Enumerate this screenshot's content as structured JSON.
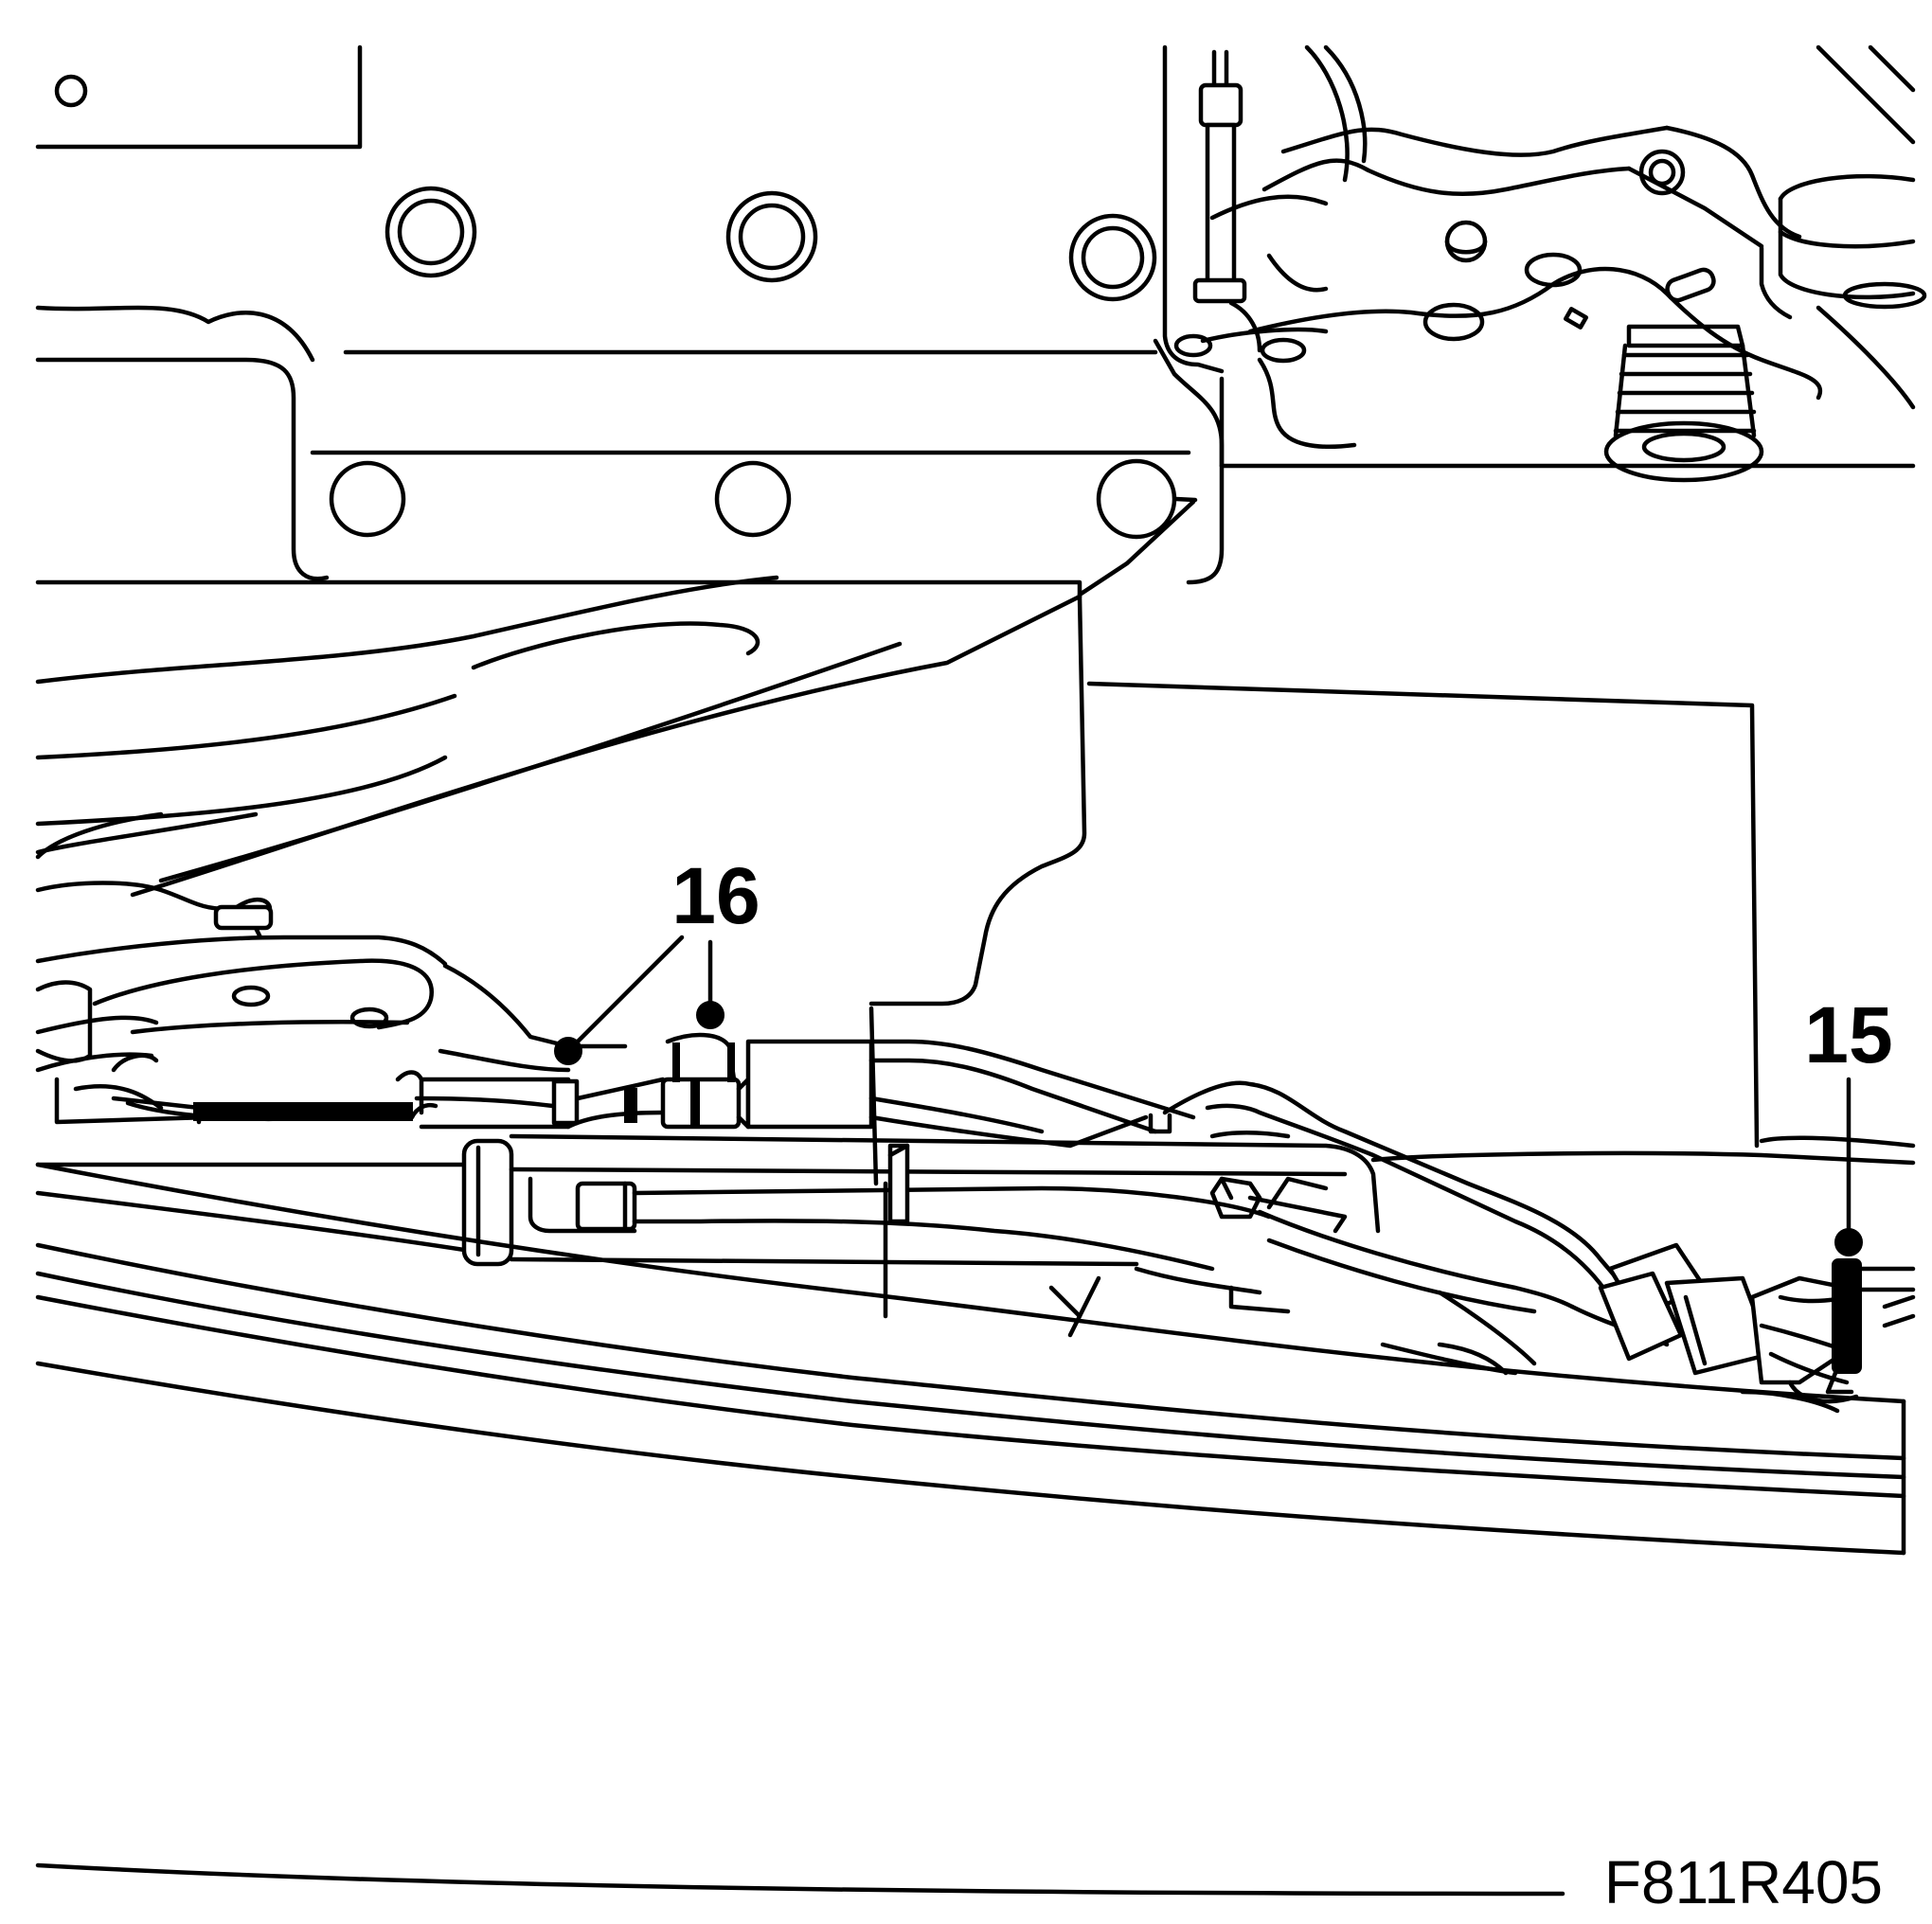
{
  "callouts": [
    {
      "id": "16",
      "label": "16"
    },
    {
      "id": "15",
      "label": "15"
    }
  ],
  "figure_id": "F811R405"
}
